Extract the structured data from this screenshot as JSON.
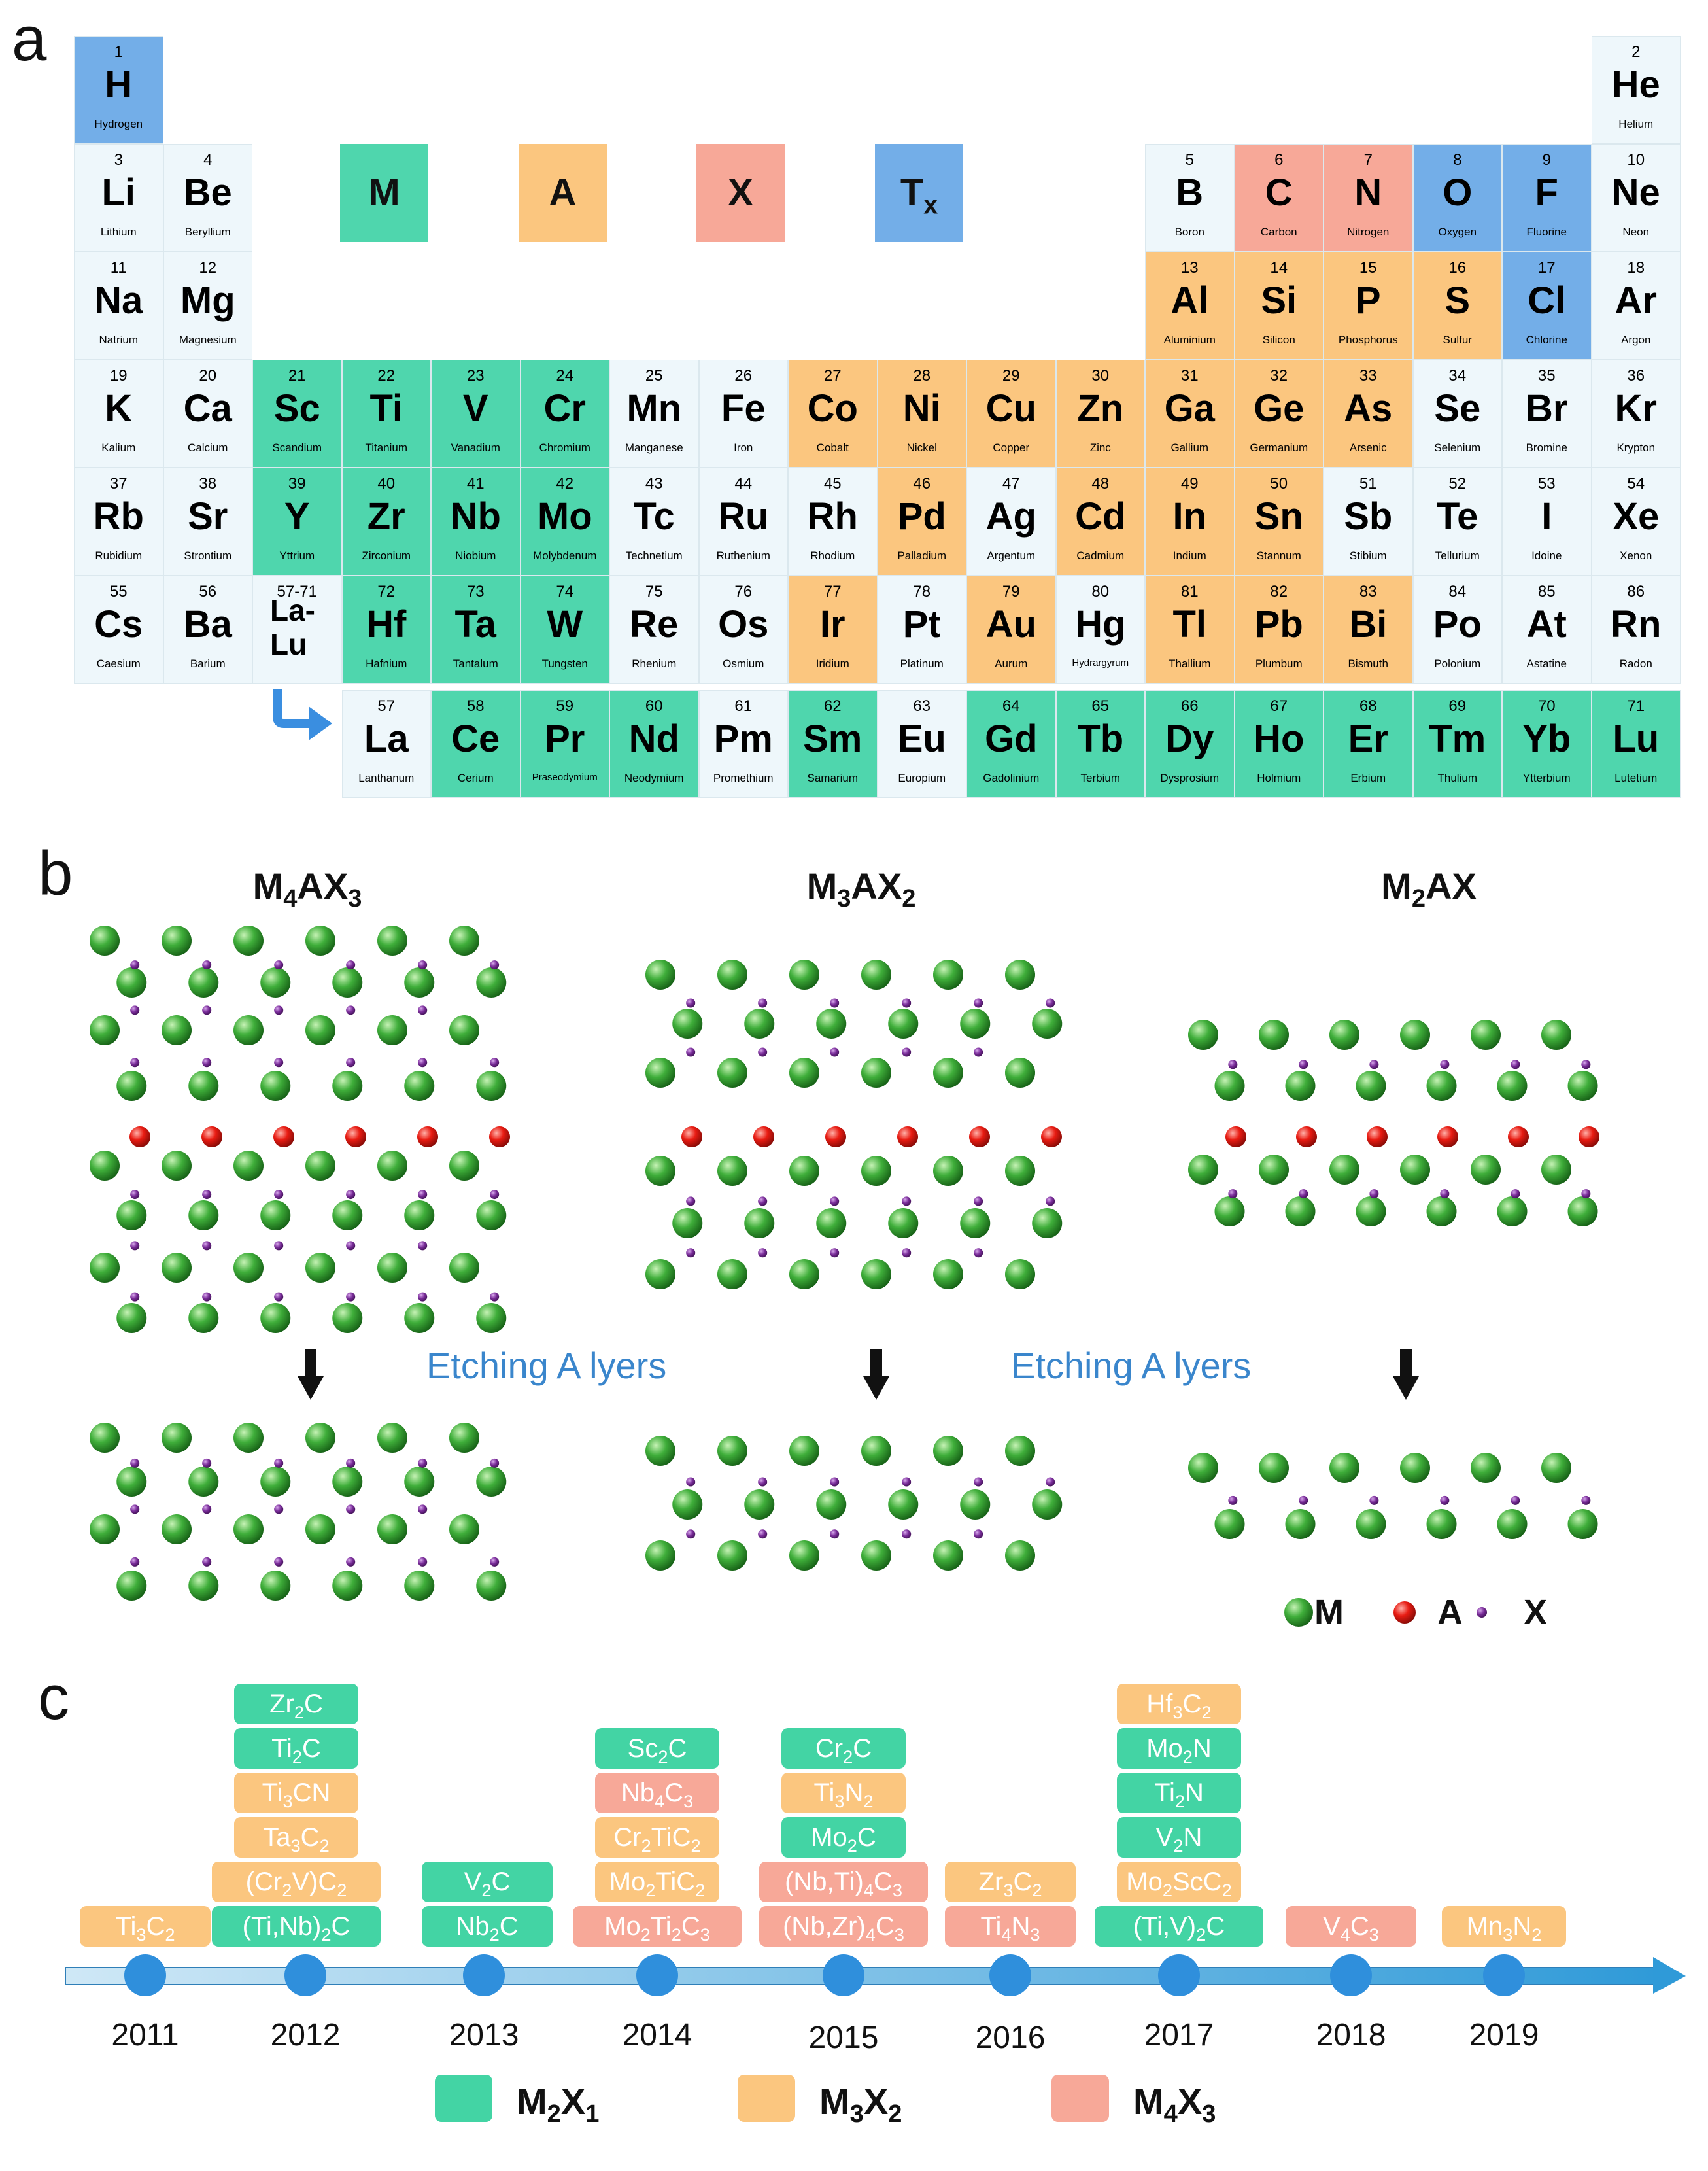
{
  "panels": {
    "a": "a",
    "b": "b",
    "c": "c"
  },
  "colors": {
    "M": "#4fd6ad",
    "A": "#fbc67f",
    "X": "#f7a898",
    "T": "#73aee8",
    "plain": "#eef7fb",
    "timeline_M2X1": "#43d4a4",
    "timeline_M3X2": "#fbc67f",
    "timeline_M4X3": "#f7a898"
  },
  "periodic": {
    "legend": [
      {
        "label": "M",
        "role": "M"
      },
      {
        "label": "A",
        "role": "A"
      },
      {
        "label": "X",
        "role": "X"
      },
      {
        "label": "T",
        "sub": "x",
        "role": "T"
      }
    ],
    "elements": [
      {
        "num": "1",
        "sym": "H",
        "name": "Hydrogen",
        "row": 0,
        "col": 0,
        "role": "T"
      },
      {
        "num": "2",
        "sym": "He",
        "name": "Helium",
        "row": 0,
        "col": 17,
        "role": "plain"
      },
      {
        "num": "3",
        "sym": "Li",
        "name": "Lithium",
        "row": 1,
        "col": 0,
        "role": "plain"
      },
      {
        "num": "4",
        "sym": "Be",
        "name": "Beryllium",
        "row": 1,
        "col": 1,
        "role": "plain"
      },
      {
        "num": "5",
        "sym": "B",
        "name": "Boron",
        "row": 1,
        "col": 12,
        "role": "plain"
      },
      {
        "num": "6",
        "sym": "C",
        "name": "Carbon",
        "row": 1,
        "col": 13,
        "role": "X"
      },
      {
        "num": "7",
        "sym": "N",
        "name": "Nitrogen",
        "row": 1,
        "col": 14,
        "role": "X"
      },
      {
        "num": "8",
        "sym": "O",
        "name": "Oxygen",
        "row": 1,
        "col": 15,
        "role": "T"
      },
      {
        "num": "9",
        "sym": "F",
        "name": "Fluorine",
        "row": 1,
        "col": 16,
        "role": "T"
      },
      {
        "num": "10",
        "sym": "Ne",
        "name": "Neon",
        "row": 1,
        "col": 17,
        "role": "plain"
      },
      {
        "num": "11",
        "sym": "Na",
        "name": "Natrium",
        "row": 2,
        "col": 0,
        "role": "plain"
      },
      {
        "num": "12",
        "sym": "Mg",
        "name": "Magnesium",
        "row": 2,
        "col": 1,
        "role": "plain"
      },
      {
        "num": "13",
        "sym": "Al",
        "name": "Aluminium",
        "row": 2,
        "col": 12,
        "role": "A"
      },
      {
        "num": "14",
        "sym": "Si",
        "name": "Silicon",
        "row": 2,
        "col": 13,
        "role": "A"
      },
      {
        "num": "15",
        "sym": "P",
        "name": "Phosphorus",
        "row": 2,
        "col": 14,
        "role": "A"
      },
      {
        "num": "16",
        "sym": "S",
        "name": "Sulfur",
        "row": 2,
        "col": 15,
        "role": "A"
      },
      {
        "num": "17",
        "sym": "Cl",
        "name": "Chlorine",
        "row": 2,
        "col": 16,
        "role": "T"
      },
      {
        "num": "18",
        "sym": "Ar",
        "name": "Argon",
        "row": 2,
        "col": 17,
        "role": "plain"
      },
      {
        "num": "19",
        "sym": "K",
        "name": "Kalium",
        "row": 3,
        "col": 0,
        "role": "plain"
      },
      {
        "num": "20",
        "sym": "Ca",
        "name": "Calcium",
        "row": 3,
        "col": 1,
        "role": "plain"
      },
      {
        "num": "21",
        "sym": "Sc",
        "name": "Scandium",
        "row": 3,
        "col": 2,
        "role": "M"
      },
      {
        "num": "22",
        "sym": "Ti",
        "name": "Titanium",
        "row": 3,
        "col": 3,
        "role": "M"
      },
      {
        "num": "23",
        "sym": "V",
        "name": "Vanadium",
        "row": 3,
        "col": 4,
        "role": "M"
      },
      {
        "num": "24",
        "sym": "Cr",
        "name": "Chromium",
        "row": 3,
        "col": 5,
        "role": "M"
      },
      {
        "num": "25",
        "sym": "Mn",
        "name": "Manganese",
        "row": 3,
        "col": 6,
        "role": "plain"
      },
      {
        "num": "26",
        "sym": "Fe",
        "name": "Iron",
        "row": 3,
        "col": 7,
        "role": "plain"
      },
      {
        "num": "27",
        "sym": "Co",
        "name": "Cobalt",
        "row": 3,
        "col": 8,
        "role": "A"
      },
      {
        "num": "28",
        "sym": "Ni",
        "name": "Nickel",
        "row": 3,
        "col": 9,
        "role": "A"
      },
      {
        "num": "29",
        "sym": "Cu",
        "name": "Copper",
        "row": 3,
        "col": 10,
        "role": "A"
      },
      {
        "num": "30",
        "sym": "Zn",
        "name": "Zinc",
        "row": 3,
        "col": 11,
        "role": "A"
      },
      {
        "num": "31",
        "sym": "Ga",
        "name": "Gallium",
        "row": 3,
        "col": 12,
        "role": "A"
      },
      {
        "num": "32",
        "sym": "Ge",
        "name": "Germanium",
        "row": 3,
        "col": 13,
        "role": "A"
      },
      {
        "num": "33",
        "sym": "As",
        "name": "Arsenic",
        "row": 3,
        "col": 14,
        "role": "A"
      },
      {
        "num": "34",
        "sym": "Se",
        "name": "Selenium",
        "row": 3,
        "col": 15,
        "role": "plain"
      },
      {
        "num": "35",
        "sym": "Br",
        "name": "Bromine",
        "row": 3,
        "col": 16,
        "role": "plain"
      },
      {
        "num": "36",
        "sym": "Kr",
        "name": "Krypton",
        "row": 3,
        "col": 17,
        "role": "plain"
      },
      {
        "num": "37",
        "sym": "Rb",
        "name": "Rubidium",
        "row": 4,
        "col": 0,
        "role": "plain"
      },
      {
        "num": "38",
        "sym": "Sr",
        "name": "Strontium",
        "row": 4,
        "col": 1,
        "role": "plain"
      },
      {
        "num": "39",
        "sym": "Y",
        "name": "Yttrium",
        "row": 4,
        "col": 2,
        "role": "M"
      },
      {
        "num": "40",
        "sym": "Zr",
        "name": "Zirconium",
        "row": 4,
        "col": 3,
        "role": "M"
      },
      {
        "num": "41",
        "sym": "Nb",
        "name": "Niobium",
        "row": 4,
        "col": 4,
        "role": "M"
      },
      {
        "num": "42",
        "sym": "Mo",
        "name": "Molybdenum",
        "row": 4,
        "col": 5,
        "role": "M"
      },
      {
        "num": "43",
        "sym": "Tc",
        "name": "Technetium",
        "row": 4,
        "col": 6,
        "role": "plain"
      },
      {
        "num": "44",
        "sym": "Ru",
        "name": "Ruthenium",
        "row": 4,
        "col": 7,
        "role": "plain"
      },
      {
        "num": "45",
        "sym": "Rh",
        "name": "Rhodium",
        "row": 4,
        "col": 8,
        "role": "plain"
      },
      {
        "num": "46",
        "sym": "Pd",
        "name": "Palladium",
        "row": 4,
        "col": 9,
        "role": "A"
      },
      {
        "num": "47",
        "sym": "Ag",
        "name": "Argentum",
        "row": 4,
        "col": 10,
        "role": "plain"
      },
      {
        "num": "48",
        "sym": "Cd",
        "name": "Cadmium",
        "row": 4,
        "col": 11,
        "role": "A"
      },
      {
        "num": "49",
        "sym": "In",
        "name": "Indium",
        "row": 4,
        "col": 12,
        "role": "A"
      },
      {
        "num": "50",
        "sym": "Sn",
        "name": "Stannum",
        "row": 4,
        "col": 13,
        "role": "A"
      },
      {
        "num": "51",
        "sym": "Sb",
        "name": "Stibium",
        "row": 4,
        "col": 14,
        "role": "plain"
      },
      {
        "num": "52",
        "sym": "Te",
        "name": "Tellurium",
        "row": 4,
        "col": 15,
        "role": "plain"
      },
      {
        "num": "53",
        "sym": "I",
        "name": "Idoine",
        "row": 4,
        "col": 16,
        "role": "plain"
      },
      {
        "num": "54",
        "sym": "Xe",
        "name": "Xenon",
        "row": 4,
        "col": 17,
        "role": "plain"
      },
      {
        "num": "55",
        "sym": "Cs",
        "name": "Caesium",
        "row": 5,
        "col": 0,
        "role": "plain"
      },
      {
        "num": "56",
        "sym": "Ba",
        "name": "Barium",
        "row": 5,
        "col": 1,
        "role": "plain"
      },
      {
        "num": "57-71",
        "sym": "La-\nLu",
        "name": "",
        "row": 5,
        "col": 2,
        "role": "plain",
        "placeholder": true
      },
      {
        "num": "72",
        "sym": "Hf",
        "name": "Hafnium",
        "row": 5,
        "col": 3,
        "role": "M"
      },
      {
        "num": "73",
        "sym": "Ta",
        "name": "Tantalum",
        "row": 5,
        "col": 4,
        "role": "M"
      },
      {
        "num": "74",
        "sym": "W",
        "name": "Tungsten",
        "row": 5,
        "col": 5,
        "role": "M"
      },
      {
        "num": "75",
        "sym": "Re",
        "name": "Rhenium",
        "row": 5,
        "col": 6,
        "role": "plain"
      },
      {
        "num": "76",
        "sym": "Os",
        "name": "Osmium",
        "row": 5,
        "col": 7,
        "role": "plain"
      },
      {
        "num": "77",
        "sym": "Ir",
        "name": "Iridium",
        "row": 5,
        "col": 8,
        "role": "A"
      },
      {
        "num": "78",
        "sym": "Pt",
        "name": "Platinum",
        "row": 5,
        "col": 9,
        "role": "plain"
      },
      {
        "num": "79",
        "sym": "Au",
        "name": "Aurum",
        "row": 5,
        "col": 10,
        "role": "A"
      },
      {
        "num": "80",
        "sym": "Hg",
        "name": "Hydrargyrum",
        "row": 5,
        "col": 11,
        "role": "plain"
      },
      {
        "num": "81",
        "sym": "Tl",
        "name": "Thallium",
        "row": 5,
        "col": 12,
        "role": "A"
      },
      {
        "num": "82",
        "sym": "Pb",
        "name": "Plumbum",
        "row": 5,
        "col": 13,
        "role": "A"
      },
      {
        "num": "83",
        "sym": "Bi",
        "name": "Bismuth",
        "row": 5,
        "col": 14,
        "role": "A"
      },
      {
        "num": "84",
        "sym": "Po",
        "name": "Polonium",
        "row": 5,
        "col": 15,
        "role": "plain"
      },
      {
        "num": "85",
        "sym": "At",
        "name": "Astatine",
        "row": 5,
        "col": 16,
        "role": "plain"
      },
      {
        "num": "86",
        "sym": "Rn",
        "name": "Radon",
        "row": 5,
        "col": 17,
        "role": "plain"
      }
    ],
    "lanthanides": [
      {
        "num": "57",
        "sym": "La",
        "name": "Lanthanum",
        "role": "plain"
      },
      {
        "num": "58",
        "sym": "Ce",
        "name": "Cerium",
        "role": "M"
      },
      {
        "num": "59",
        "sym": "Pr",
        "name": "Praseodymium",
        "role": "M"
      },
      {
        "num": "60",
        "sym": "Nd",
        "name": "Neodymium",
        "role": "M"
      },
      {
        "num": "61",
        "sym": "Pm",
        "name": "Promethium",
        "role": "plain"
      },
      {
        "num": "62",
        "sym": "Sm",
        "name": "Samarium",
        "role": "M"
      },
      {
        "num": "63",
        "sym": "Eu",
        "name": "Europium",
        "role": "plain"
      },
      {
        "num": "64",
        "sym": "Gd",
        "name": "Gadolinium",
        "role": "M"
      },
      {
        "num": "65",
        "sym": "Tb",
        "name": "Terbium",
        "role": "M"
      },
      {
        "num": "66",
        "sym": "Dy",
        "name": "Dysprosium",
        "role": "M"
      },
      {
        "num": "67",
        "sym": "Ho",
        "name": "Holmium",
        "role": "M"
      },
      {
        "num": "68",
        "sym": "Er",
        "name": "Erbium",
        "role": "M"
      },
      {
        "num": "69",
        "sym": "Tm",
        "name": "Thulium",
        "role": "M"
      },
      {
        "num": "70",
        "sym": "Yb",
        "name": "Ytterbium",
        "role": "M"
      },
      {
        "num": "71",
        "sym": "Lu",
        "name": "Lutetium",
        "role": "M"
      }
    ]
  },
  "structures": {
    "titles": [
      {
        "main": "M",
        "s1": "4",
        "mid": "AX",
        "s2": "3"
      },
      {
        "main": "M",
        "s1": "3",
        "mid": "AX",
        "s2": "2"
      },
      {
        "main": "M",
        "s1": "2",
        "mid": "AX",
        "s2": ""
      }
    ],
    "etching_label": "Etching A lyers",
    "atom_legend": [
      {
        "label": "M",
        "color": "#2e9a2e"
      },
      {
        "label": "A",
        "color": "#e01010"
      },
      {
        "label": "X",
        "color": "#7b2e98"
      }
    ]
  },
  "timeline": {
    "years": [
      "2011",
      "2012",
      "2013",
      "2014",
      "2015",
      "2016",
      "2017",
      "2018",
      "2019"
    ],
    "stacks": [
      [
        {
          "t": "Ti3C2",
          "c": "M3X2"
        }
      ],
      [
        {
          "t": "(Ti,Nb)2C",
          "c": "M2X1"
        },
        {
          "t": "(Cr2V)C2",
          "c": "M3X2"
        },
        {
          "t": "Ta3C2",
          "c": "M3X2"
        },
        {
          "t": "Ti3CN",
          "c": "M3X2"
        },
        {
          "t": "Ti2C",
          "c": "M2X1"
        },
        {
          "t": "Zr2C",
          "c": "M2X1"
        }
      ],
      [
        {
          "t": "Nb2C",
          "c": "M2X1"
        },
        {
          "t": "V2C",
          "c": "M2X1"
        }
      ],
      [
        {
          "t": "Mo2Ti2C3",
          "c": "M4X3"
        },
        {
          "t": "Mo2TiC2",
          "c": "M3X2"
        },
        {
          "t": "Cr2TiC2",
          "c": "M3X2"
        },
        {
          "t": "Nb4C3",
          "c": "M4X3"
        },
        {
          "t": "Sc2C",
          "c": "M2X1"
        }
      ],
      [
        {
          "t": "(Nb,Zr)4C3",
          "c": "M4X3"
        },
        {
          "t": "(Nb,Ti)4C3",
          "c": "M4X3"
        },
        {
          "t": "Mo2C",
          "c": "M2X1"
        },
        {
          "t": "Ti3N2",
          "c": "M3X2"
        },
        {
          "t": "Cr2C",
          "c": "M2X1"
        }
      ],
      [
        {
          "t": "Ti4N3",
          "c": "M4X3"
        },
        {
          "t": "Zr3C2",
          "c": "M3X2"
        }
      ],
      [
        {
          "t": "(Ti,V)2C",
          "c": "M2X1"
        },
        {
          "t": "Mo2ScC2",
          "c": "M3X2"
        },
        {
          "t": "V2N",
          "c": "M2X1"
        },
        {
          "t": "Ti2N",
          "c": "M2X1"
        },
        {
          "t": "Mo2N",
          "c": "M2X1"
        },
        {
          "t": "Hf3C2",
          "c": "M3X2"
        }
      ],
      [
        {
          "t": "V4C3",
          "c": "M4X3"
        }
      ],
      [
        {
          "t": "Mn3N2",
          "c": "M3X2"
        }
      ]
    ],
    "legend": [
      {
        "label": "M2X1",
        "c": "M2X1"
      },
      {
        "label": "M3X2",
        "c": "M3X2"
      },
      {
        "label": "M4X3",
        "c": "M4X3"
      }
    ]
  }
}
